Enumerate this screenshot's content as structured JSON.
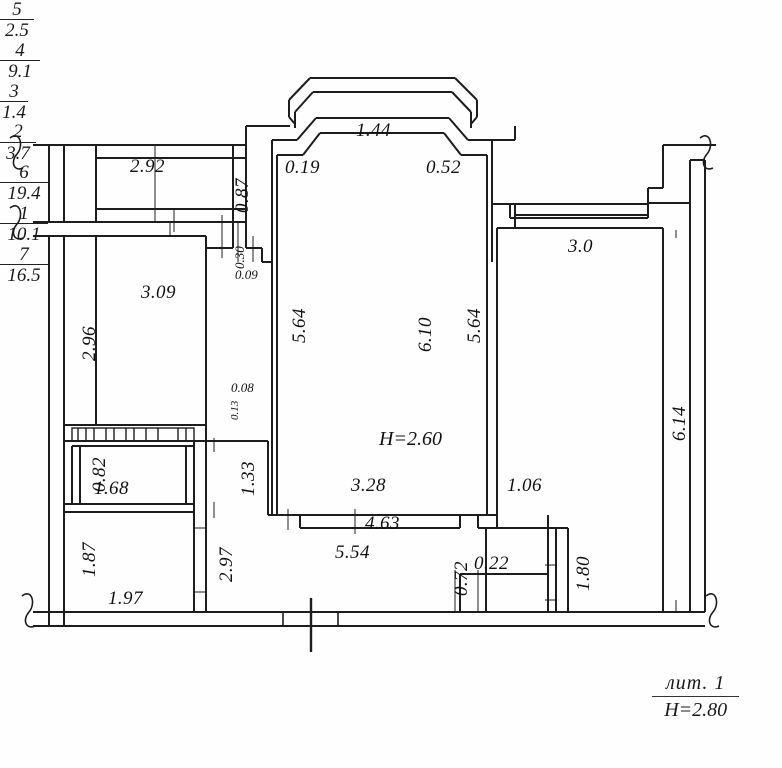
{
  "document": {
    "type": "floor-plan",
    "stamp": {
      "literal": "лит. 1",
      "height": "H=2.80"
    },
    "ceiling_note": "H=2.60"
  },
  "rooms": [
    {
      "number": "1",
      "area": "10.1",
      "name": "room-1-hall"
    },
    {
      "number": "2",
      "area": "3.7",
      "name": "room-2-bath"
    },
    {
      "number": "3",
      "area": "1.4",
      "name": "room-3-wc"
    },
    {
      "number": "4",
      "area": "9.1",
      "name": "room-4-kitchen"
    },
    {
      "number": "5",
      "area": "2.5",
      "name": "room-5-loggia"
    },
    {
      "number": "6",
      "area": "19.4",
      "name": "room-6-living"
    },
    {
      "number": "7",
      "area": "16.5",
      "name": "room-7-bedroom"
    }
  ],
  "dimensions": {
    "loggia_width": "2.92",
    "loggia_depth": "0.87",
    "passage_030": "0.30",
    "passage_009": "0.09",
    "kitchen_width": "3.09",
    "kitchen_height": "2.96",
    "wc_width": "1.68",
    "wc_height": "0.82",
    "bath_width": "1.97",
    "bath_height": "1.87",
    "corridor_height": "2.97",
    "corridor_inner": "1.33",
    "wall_008": "0.08",
    "wall_013": "0.13",
    "bay_center": "1.44",
    "bay_left": "0.19",
    "bay_right": "0.52",
    "living_left": "5.64",
    "living_right": "5.64",
    "living_center": "6.10",
    "living_bottom": "3.28",
    "living_outer_bottom": "4.63",
    "hall_width": "5.54",
    "hall_072": "0.72",
    "hall_022": "0.22",
    "bedroom_top": "3.0",
    "bedroom_right": "6.14",
    "step_106": "1.06",
    "step_180": "1.80"
  }
}
